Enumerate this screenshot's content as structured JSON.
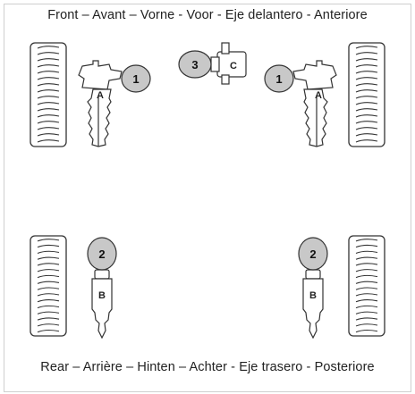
{
  "captions": {
    "front": "Front – Avant – Vorne - Voor - Eje delantero - Anteriore",
    "rear": "Rear – Arrière – Hinten – Achter - Eje trasero - Posteriore"
  },
  "labels": {
    "front_left_part": "A",
    "front_right_part": "A",
    "center_part": "C",
    "rear_left_part": "B",
    "rear_right_part": "B"
  },
  "callouts": {
    "front_left": "1",
    "front_right": "1",
    "center": "3",
    "rear_left": "2",
    "rear_right": "2"
  },
  "colors": {
    "line": "#333333",
    "bubble": "#c8c8c8",
    "tire_fill": "#ffffff"
  }
}
